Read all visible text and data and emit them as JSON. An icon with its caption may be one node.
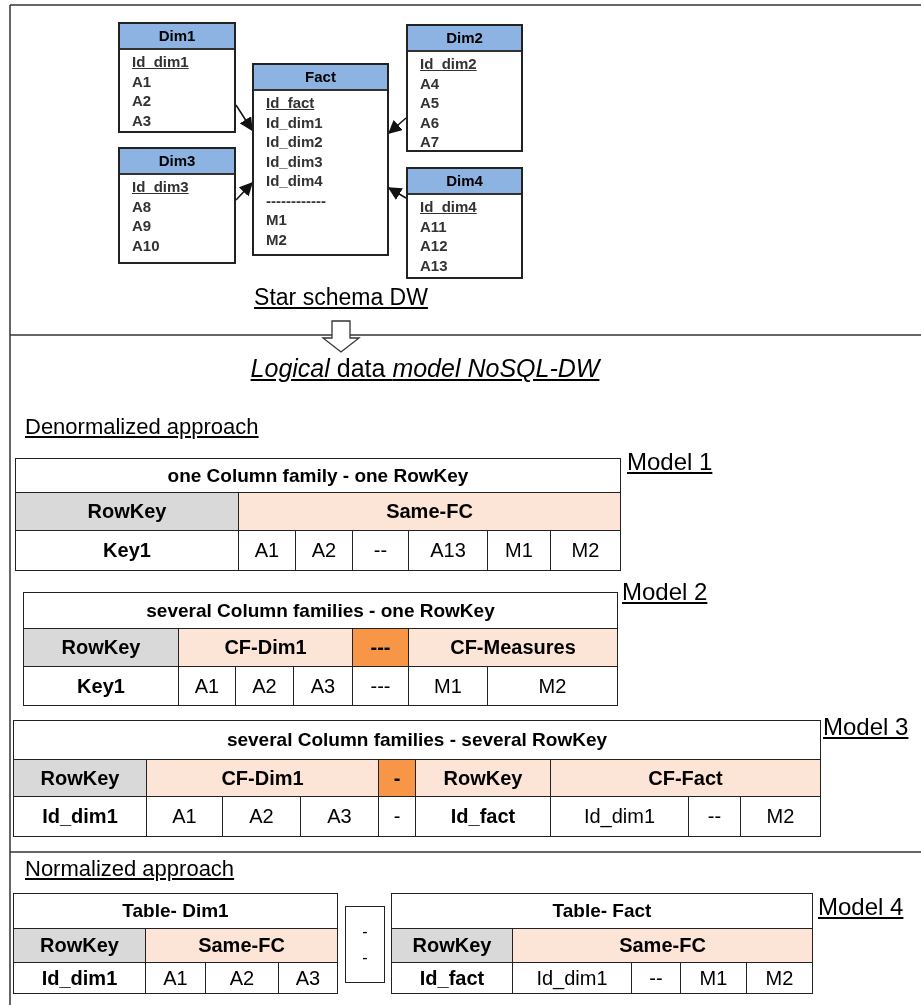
{
  "diagram": {
    "nodes": [
      {
        "text": [
          "Dim1",
          "Id_dim1",
          "A1",
          "A2",
          "A3"
        ]
      },
      {
        "text": [
          "Fact",
          "Id_fact",
          "Id_dim1",
          "Id_dim2",
          "Id_dim3",
          "Id_dim4",
          "------------",
          "M1",
          "M2"
        ]
      },
      {
        "text": [
          "Dim2",
          "Id_dim2",
          "A4",
          "A5",
          "A6",
          "A7"
        ]
      },
      {
        "text": [
          "Dim3",
          "Id_dim3",
          "A8",
          "A9",
          "A10"
        ]
      },
      {
        "text": [
          "Dim4",
          "Id_dim4",
          "A11",
          "A12",
          "A13"
        ]
      },
      {
        "text": [
          "Star schema DW"
        ]
      },
      {
        "text": [
          "*Logical* data *model NoSQL-DW*"
        ]
      }
    ],
    "edges": [
      {
        "from": 0,
        "to": 1,
        "arrow": "to"
      },
      {
        "from": 2,
        "to": 1,
        "arrow": "to"
      },
      {
        "from": 3,
        "to": 1,
        "arrow": "to"
      },
      {
        "from": 4,
        "to": 1,
        "arrow": "to"
      },
      {
        "from": 5,
        "to": 6,
        "arrow": "to"
      }
    ],
    "labels": [
      "Denormalized approach",
      "one Column family - one RowKey",
      "RowKey",
      "Same-FC",
      "Key1",
      "A1",
      "A2",
      "--",
      "A13",
      "M1",
      "M2",
      "Model 1",
      "several Column families - one RowKey",
      "Model 2",
      "RowKey",
      "CF-Dim1",
      "---",
      "CF-Measures",
      "Key1",
      "A1",
      "A2",
      "A3",
      "---",
      "M1",
      "M2",
      "several Column families - several RowKey",
      "Model 3",
      "RowKey",
      "CF-Dim1",
      "-",
      "RowKey",
      "CF-Fact",
      "Id_dim1",
      "A1",
      "A2",
      "A3",
      "-",
      "Id_fact",
      "Id_dim1",
      "--",
      "M2",
      "Normalized approach",
      "Table- Dim1",
      "RowKey",
      "Same-FC",
      "Id_dim1",
      "A1",
      "A2",
      "A3",
      "- -",
      "Table- Fact",
      "Model 4",
      "RowKey",
      "Same-FC",
      "Id_fact",
      "Id_dim1",
      "--",
      "M1",
      "M2"
    ]
  }
}
